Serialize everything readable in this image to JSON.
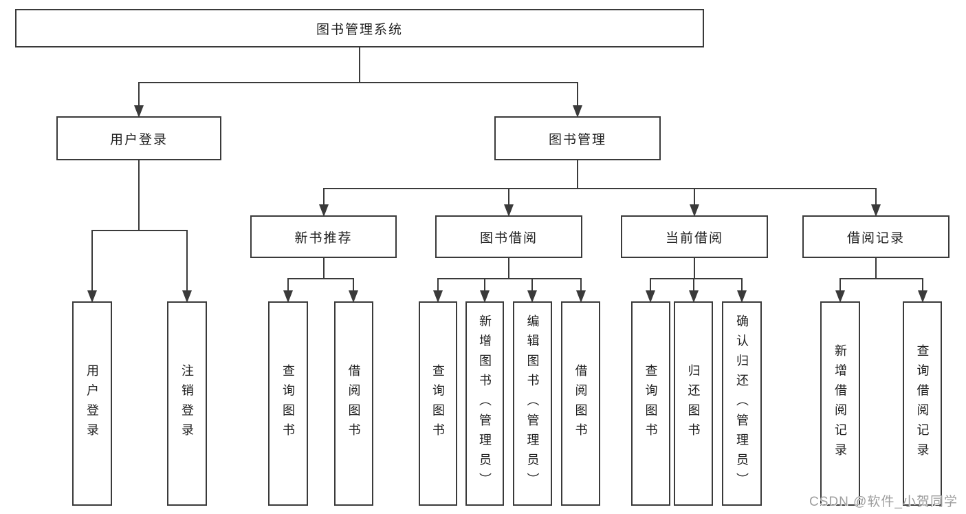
{
  "diagram": {
    "root": {
      "label": "图书管理系统"
    },
    "branches": [
      {
        "label": "用户登录",
        "children": [
          "用户登录",
          "注销登录"
        ]
      },
      {
        "label": "图书管理",
        "children": [
          {
            "label": "新书推荐",
            "children": [
              "查询图书",
              "借阅图书"
            ]
          },
          {
            "label": "图书借阅",
            "children": [
              "查询图书",
              "新增图书（管理员）",
              "编辑图书（管理员）",
              "借阅图书"
            ]
          },
          {
            "label": "当前借阅",
            "children": [
              "查询图书",
              "归还图书",
              "确认归还（管理员）"
            ]
          },
          {
            "label": "借阅记录",
            "children": [
              "新增借阅记录",
              "查询借阅记录"
            ]
          }
        ]
      }
    ]
  },
  "watermark": {
    "text": "CSDN @软件_小贺同学"
  },
  "colors": {
    "line": "#3a3a3a",
    "text": "#1f1f1f",
    "box_background": "#ffffff",
    "page_background": "#ffffff",
    "watermark": "#9e9e9e"
  }
}
